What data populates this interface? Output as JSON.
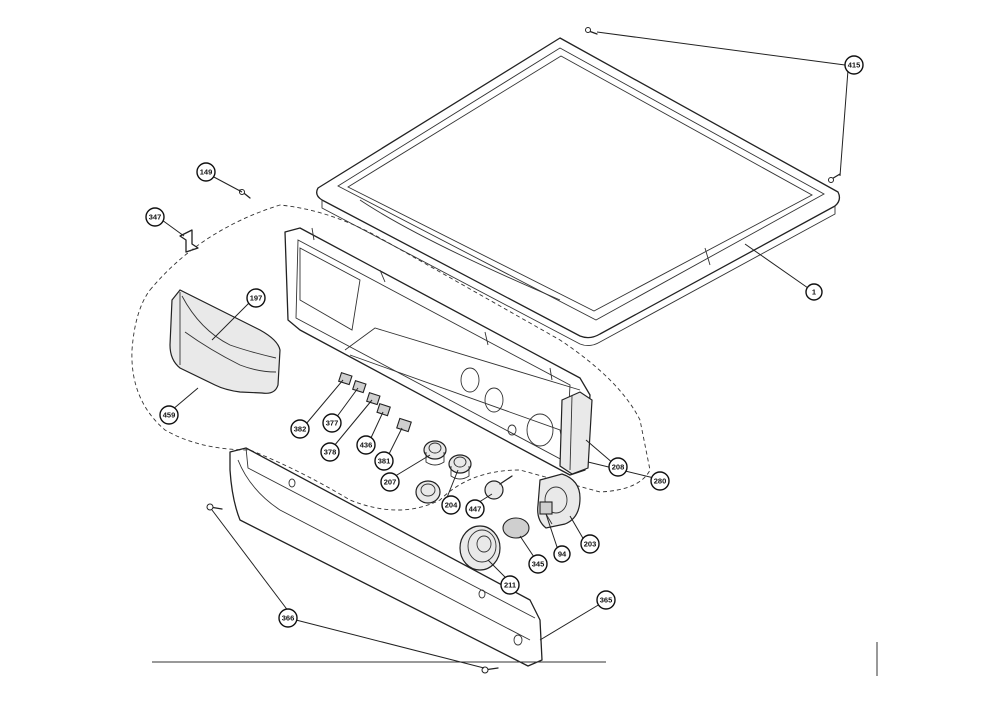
{
  "callouts": [
    {
      "id": "c415",
      "label": "415"
    },
    {
      "id": "c1",
      "label": "1"
    },
    {
      "id": "c149",
      "label": "149"
    },
    {
      "id": "c347",
      "label": "347"
    },
    {
      "id": "c197",
      "label": "197"
    },
    {
      "id": "c459",
      "label": "459"
    },
    {
      "id": "c382",
      "label": "382"
    },
    {
      "id": "c377",
      "label": "377"
    },
    {
      "id": "c378",
      "label": "378"
    },
    {
      "id": "c436",
      "label": "436"
    },
    {
      "id": "c381",
      "label": "381"
    },
    {
      "id": "c207",
      "label": "207"
    },
    {
      "id": "c204",
      "label": "204"
    },
    {
      "id": "c447",
      "label": "447"
    },
    {
      "id": "c208",
      "label": "208"
    },
    {
      "id": "c280",
      "label": "280"
    },
    {
      "id": "c203",
      "label": "203"
    },
    {
      "id": "c94",
      "label": "94"
    },
    {
      "id": "c345",
      "label": "345"
    },
    {
      "id": "c211",
      "label": "211"
    },
    {
      "id": "c365",
      "label": "365"
    },
    {
      "id": "c366",
      "label": "366"
    }
  ]
}
